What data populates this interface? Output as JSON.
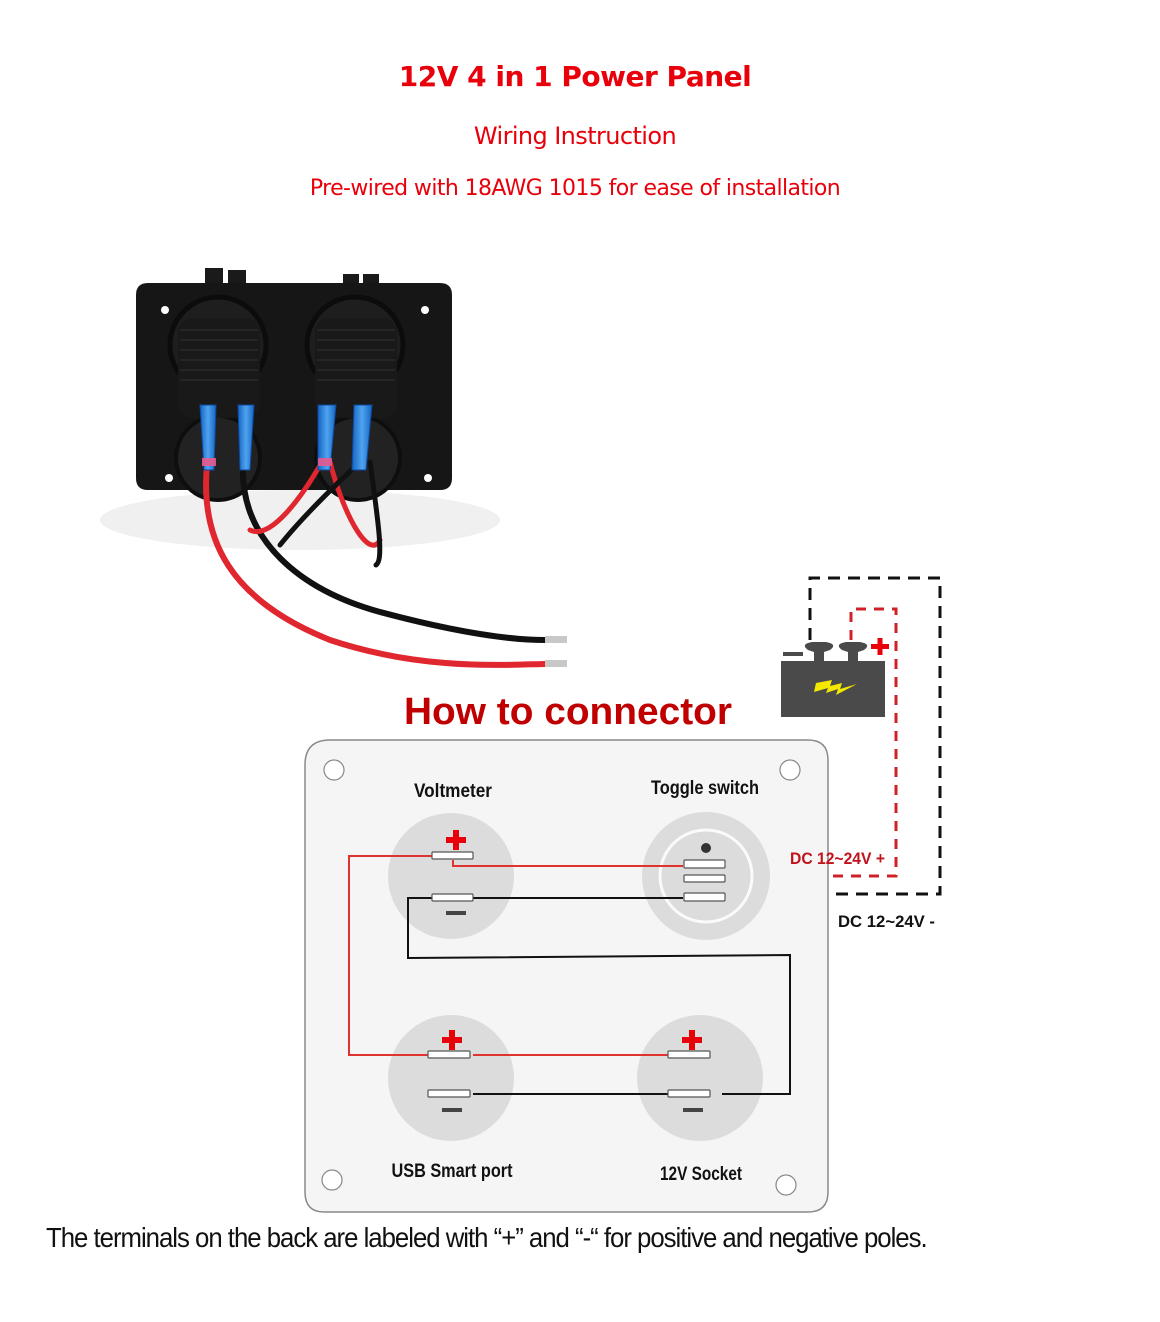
{
  "header": {
    "title": "12V 4 in 1 Power Panel",
    "subtitle": "Wiring Instruction",
    "note": "Pre-wired with 18AWG 1015 for ease of installation"
  },
  "product_photo": {
    "description": "Back of black 4-in-1 power panel with pre-wired red and black leads and blue crimp connectors",
    "icon": "power-panel-photo"
  },
  "diagram": {
    "heading": "How to connector",
    "components": [
      {
        "id": "voltmeter",
        "label": "Voltmeter"
      },
      {
        "id": "toggle-switch",
        "label": "Toggle switch"
      },
      {
        "id": "usb-smart-port",
        "label": "USB Smart port"
      },
      {
        "id": "12v-socket",
        "label": "12V Socket"
      }
    ],
    "symbols": {
      "positive": "+",
      "negative": "−"
    },
    "battery": {
      "icon": "battery-icon",
      "positive_label": "+",
      "negative_label": "−"
    },
    "supply_positive_label": "DC 12~24V +",
    "supply_negative_label": "DC 12~24V -",
    "colors": {
      "positive_wire": "#e0332f",
      "negative_wire": "#111111",
      "plus_symbol": "#e8000b",
      "heading": "#c00000",
      "panel_fill": "#f5f5f5",
      "socket_fill": "#dcdcdc",
      "battery_fill": "#4a4a4a",
      "bolt": "#f5e800"
    }
  },
  "footer": {
    "text": "The terminals on the back are labeled with “+” and “-“ for positive and negative poles."
  }
}
